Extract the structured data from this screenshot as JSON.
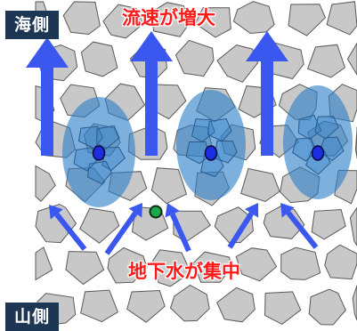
{
  "labels": {
    "sea_side": "海側",
    "mountain_side": "山側",
    "flow_increase": "流速が増大",
    "groundwater_concentration": "地下水が集中"
  },
  "colors": {
    "rock_fill": "#c8c8c8",
    "rock_stroke": "#5a5a5a",
    "zone_fill": "#2f7fc8",
    "arrow": "#3a57f0",
    "dot_blue": "#1a2de0",
    "dot_green": "#1aa84a",
    "tag_bg": "#1d3654",
    "label_red": "#ff1a1a"
  },
  "icons": {
    "up_arrow": "upward-flow-arrow",
    "converge_arrow": "converging-flow-arrow",
    "observation_point": "circle-dot"
  }
}
